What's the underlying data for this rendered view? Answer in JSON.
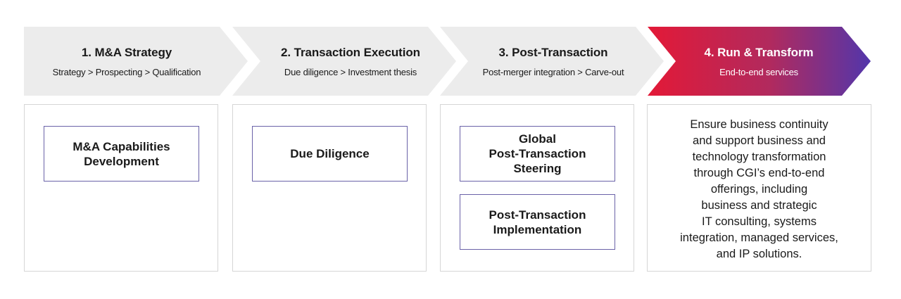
{
  "steps": [
    {
      "title": "1. M&A Strategy",
      "subtitle": "Strategy > Prospecting > Qualification",
      "boxes": [
        "M&A Capabilities\nDevelopment"
      ]
    },
    {
      "title": "2. Transaction Execution",
      "subtitle": "Due diligence > Investment thesis",
      "boxes": [
        "Due Diligence"
      ]
    },
    {
      "title": "3. Post-Transaction",
      "subtitle": "Post-merger integration > Carve-out",
      "boxes": [
        "Global\nPost-Transaction\nSteering",
        "Post-Transaction\nImplementation"
      ]
    },
    {
      "title": "4. Run & Transform",
      "subtitle": "End-to-end services",
      "description": "Ensure business continuity\nand support business and\ntechnology transformation\nthrough CGI’s end-to-end\nofferings, including\nbusiness and strategic\nIT consulting, systems\nintegration, managed services,\nand IP solutions."
    }
  ],
  "colors": {
    "arrow_inactive": "#ececec",
    "arrow_active_start": "#e31937",
    "arrow_active_end": "#5236ab",
    "box_border": "#6a62a8",
    "panel_border": "#d6d6d6"
  }
}
